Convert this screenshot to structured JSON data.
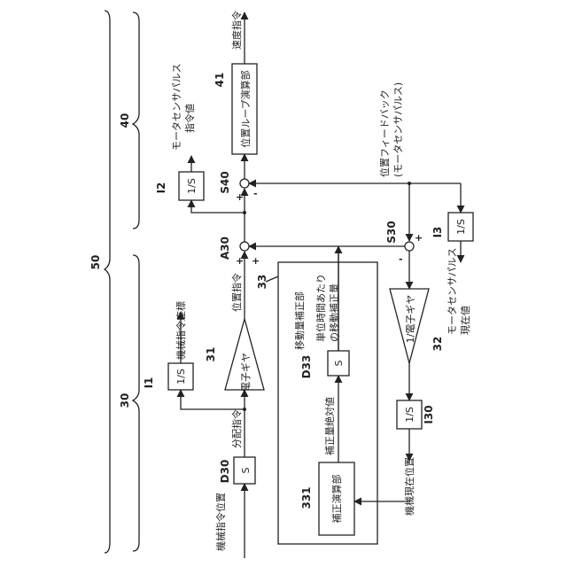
{
  "inputs": {
    "machine_command_position": "機械指令位置",
    "machine_current_position": "機械現在位置"
  },
  "outputs": {
    "speed_command": "速度指令",
    "motor_sensor_pulse_command_value": "モータセンサパルス 指令値",
    "machine_command_coordinates": "機械指令座標",
    "motor_sensor_pulse_current_value": "モータセンサパルス 現在値"
  },
  "signals": {
    "distribution_command": "分配指令",
    "position_command": "位置指令",
    "position_feedback": "位置フィードバック (モータセンサパルス)",
    "correction_absolute_value": "補正量絶対値",
    "movement_correction_per_unit_time": "単位時間あたり の移動補正量"
  },
  "blocks": {
    "d30": {
      "ref": "D30",
      "text": "S"
    },
    "d33": {
      "ref": "D33",
      "text": "S"
    },
    "i1": {
      "ref": "I1",
      "text": "1/S"
    },
    "i2": {
      "ref": "I2",
      "text": "1/S"
    },
    "i3": {
      "ref": "I3",
      "text": "1/S"
    },
    "i30": {
      "ref": "I30",
      "text": "1/S"
    },
    "gear31": {
      "ref": "31",
      "text": "電子ギヤ"
    },
    "gear32": {
      "ref": "32",
      "text": "1/電子ギヤ"
    },
    "block41": {
      "ref": "41",
      "text": "位置ループ演算部"
    },
    "block331": {
      "ref": "331",
      "text": "補正演算部"
    },
    "unit33": {
      "ref": "33",
      "text": "移動量補正部"
    }
  },
  "junctions": {
    "a30": {
      "ref": "A30",
      "signs": [
        "+",
        "+"
      ]
    },
    "s30": {
      "ref": "S30",
      "signs": [
        "+",
        "-"
      ]
    },
    "s40": {
      "ref": "S40",
      "signs": [
        "+",
        "-"
      ]
    }
  },
  "groups": {
    "g50": "50",
    "g30": "30",
    "g40": "40"
  }
}
